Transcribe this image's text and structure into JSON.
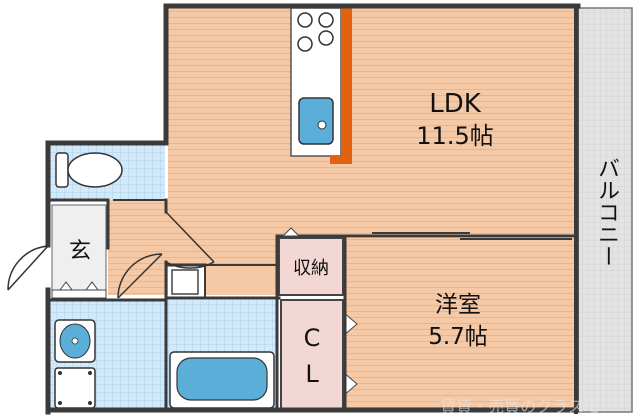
{
  "rooms": {
    "ldk": {
      "name": "LDK",
      "size": "11.5帖"
    },
    "western_room": {
      "name": "洋室",
      "size": "5.7帖"
    },
    "storage": {
      "name": "収納"
    },
    "closet": {
      "line1": "C",
      "line2": "L"
    },
    "entrance": {
      "name": "玄"
    },
    "balcony": {
      "name": "バルコニー"
    }
  },
  "watermark": "賃貸・売買のクラスモ",
  "colors": {
    "floor": "#f6c9a6",
    "floor_line": "#e8b08a",
    "tile": "#cfe6f7",
    "tile_line": "#9cc9ea",
    "wall": "#3a3a3a",
    "counter": "#e2620f",
    "fixture": "#5aaed8",
    "closet_fill": "#f3d7d5",
    "balcony": "#dcdcdc"
  }
}
